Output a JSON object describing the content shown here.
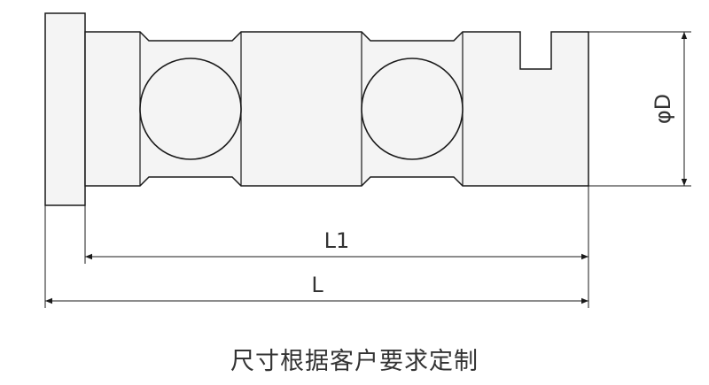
{
  "dimensions": {
    "length_label": "L",
    "length_l1_label": "L1",
    "diameter_label": "φD"
  },
  "caption": "尺寸根据客户要求定制",
  "colors": {
    "fill": "#f4f4f4",
    "stroke": "#1a1a1a",
    "text": "#333333"
  }
}
